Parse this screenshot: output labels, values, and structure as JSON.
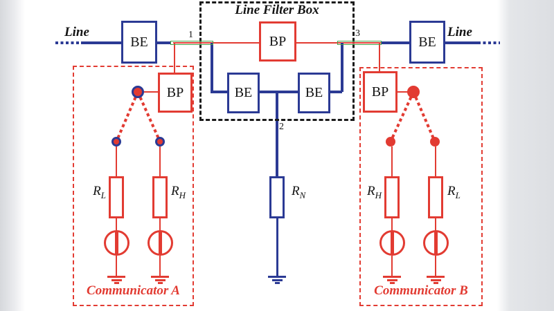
{
  "colors": {
    "blue": "#2b3a94",
    "red": "#e23b32",
    "green": "#44a048",
    "ink": "#141414"
  },
  "line_left": {
    "label": "Line"
  },
  "line_right": {
    "label": "Line"
  },
  "outer_blocks": {
    "be_left": "BE",
    "be_right": "BE"
  },
  "filter_box": {
    "title": "Line Filter Box",
    "bp": "BP",
    "be_left": "BE",
    "be_right": "BE",
    "node1": "1",
    "node2": "2",
    "node3": "3"
  },
  "neutral_branch": {
    "resistor": {
      "symbol": "R",
      "sub": "N"
    }
  },
  "communicator_a": {
    "caption": "Communicator A",
    "bp": "BP",
    "resistor_left": {
      "symbol": "R",
      "sub": "L"
    },
    "resistor_right": {
      "symbol": "R",
      "sub": "H"
    }
  },
  "communicator_b": {
    "caption": "Communicator B",
    "bp": "BP",
    "resistor_left": {
      "symbol": "R",
      "sub": "H"
    },
    "resistor_right": {
      "symbol": "R",
      "sub": "L"
    }
  }
}
